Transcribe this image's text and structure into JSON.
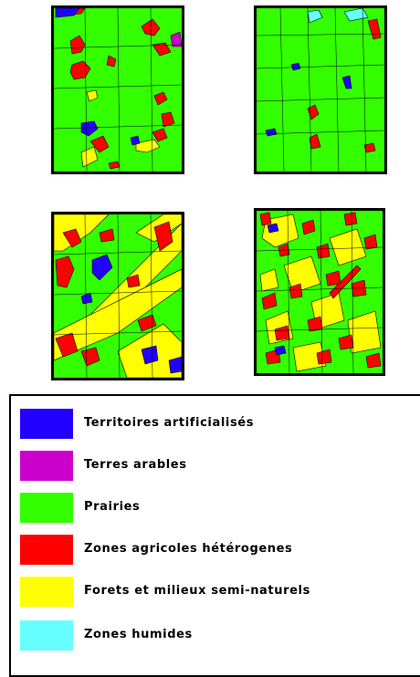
{
  "palette": {
    "territoires": "#2200ff",
    "terres": "#cc00cc",
    "prairies": "#33ff00",
    "agricoles": "#ff0000",
    "forets": "#ffff00",
    "humides": "#66ffff"
  },
  "legend": {
    "items": [
      {
        "label": "Territoires artificialisés",
        "color": "#2200ff"
      },
      {
        "label": "Terres arables",
        "color": "#cc00cc"
      },
      {
        "label": "Prairies",
        "color": "#33ff00"
      },
      {
        "label": "Zones agricoles hétérogenes",
        "color": "#ff0000"
      },
      {
        "label": "Forets et milieux semi-naturels",
        "color": "#ffff00"
      },
      {
        "label": "Zones humides",
        "color": "#66ffff"
      }
    ]
  }
}
